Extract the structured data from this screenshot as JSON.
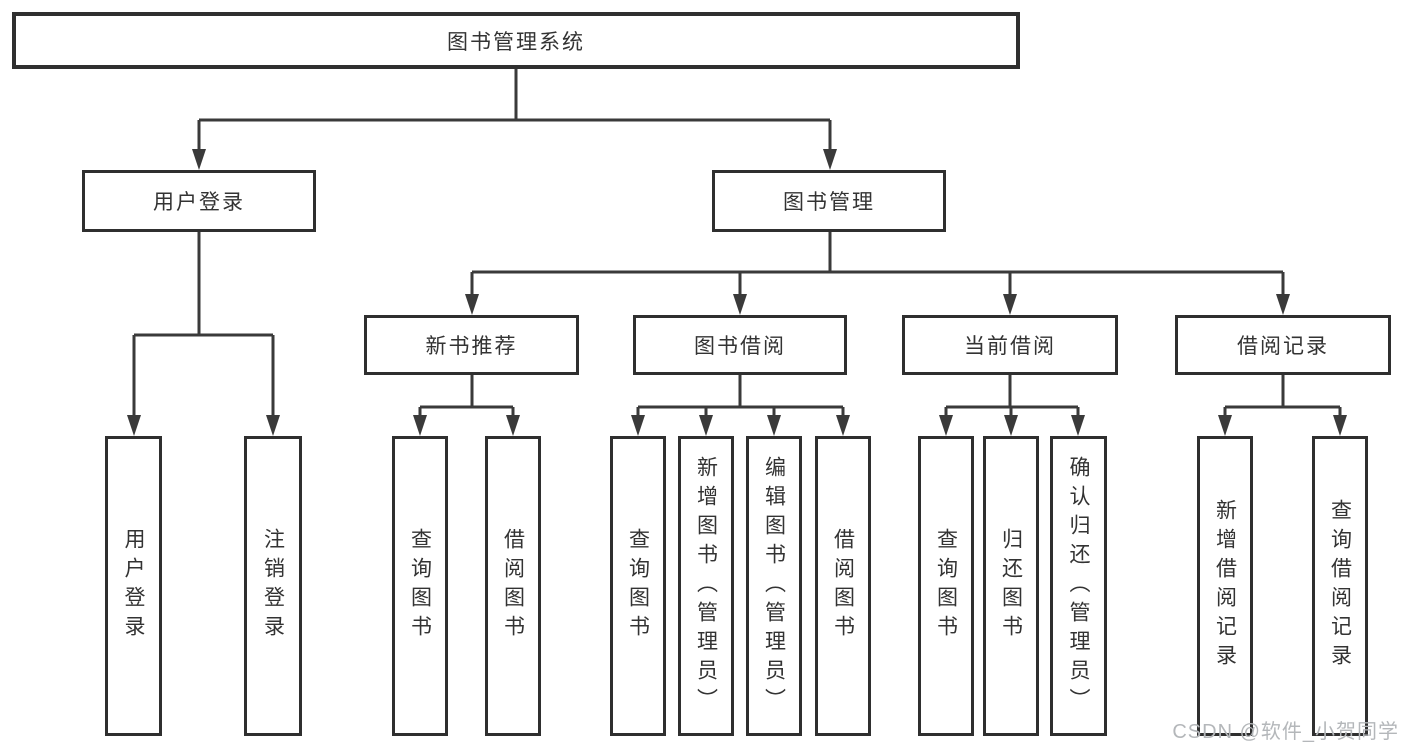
{
  "diagram": {
    "tree": {
      "label": "图书管理系统",
      "children": [
        {
          "label": "用户登录",
          "children": [
            {
              "label": "用户登录"
            },
            {
              "label": "注销登录"
            }
          ]
        },
        {
          "label": "图书管理",
          "children": [
            {
              "label": "新书推荐",
              "children": [
                {
                  "label": "查询图书"
                },
                {
                  "label": "借阅图书"
                }
              ]
            },
            {
              "label": "图书借阅",
              "children": [
                {
                  "label": "查询图书"
                },
                {
                  "label": "新增图书（管理员）"
                },
                {
                  "label": "编辑图书（管理员）"
                },
                {
                  "label": "借阅图书"
                }
              ]
            },
            {
              "label": "当前借阅",
              "children": [
                {
                  "label": "查询图书"
                },
                {
                  "label": "归还图书"
                },
                {
                  "label": "确认归还（管理员）"
                }
              ]
            },
            {
              "label": "借阅记录",
              "children": [
                {
                  "label": "新增借阅记录"
                },
                {
                  "label": "查询借阅记录"
                }
              ]
            }
          ]
        }
      ]
    }
  },
  "watermark": "CSDN @软件_小贺同学",
  "colors": {
    "line": "#3a3a3a",
    "box_border": "#2f2f2f",
    "text": "#333333",
    "watermark": "#b4b7ba",
    "background": "#ffffff"
  }
}
